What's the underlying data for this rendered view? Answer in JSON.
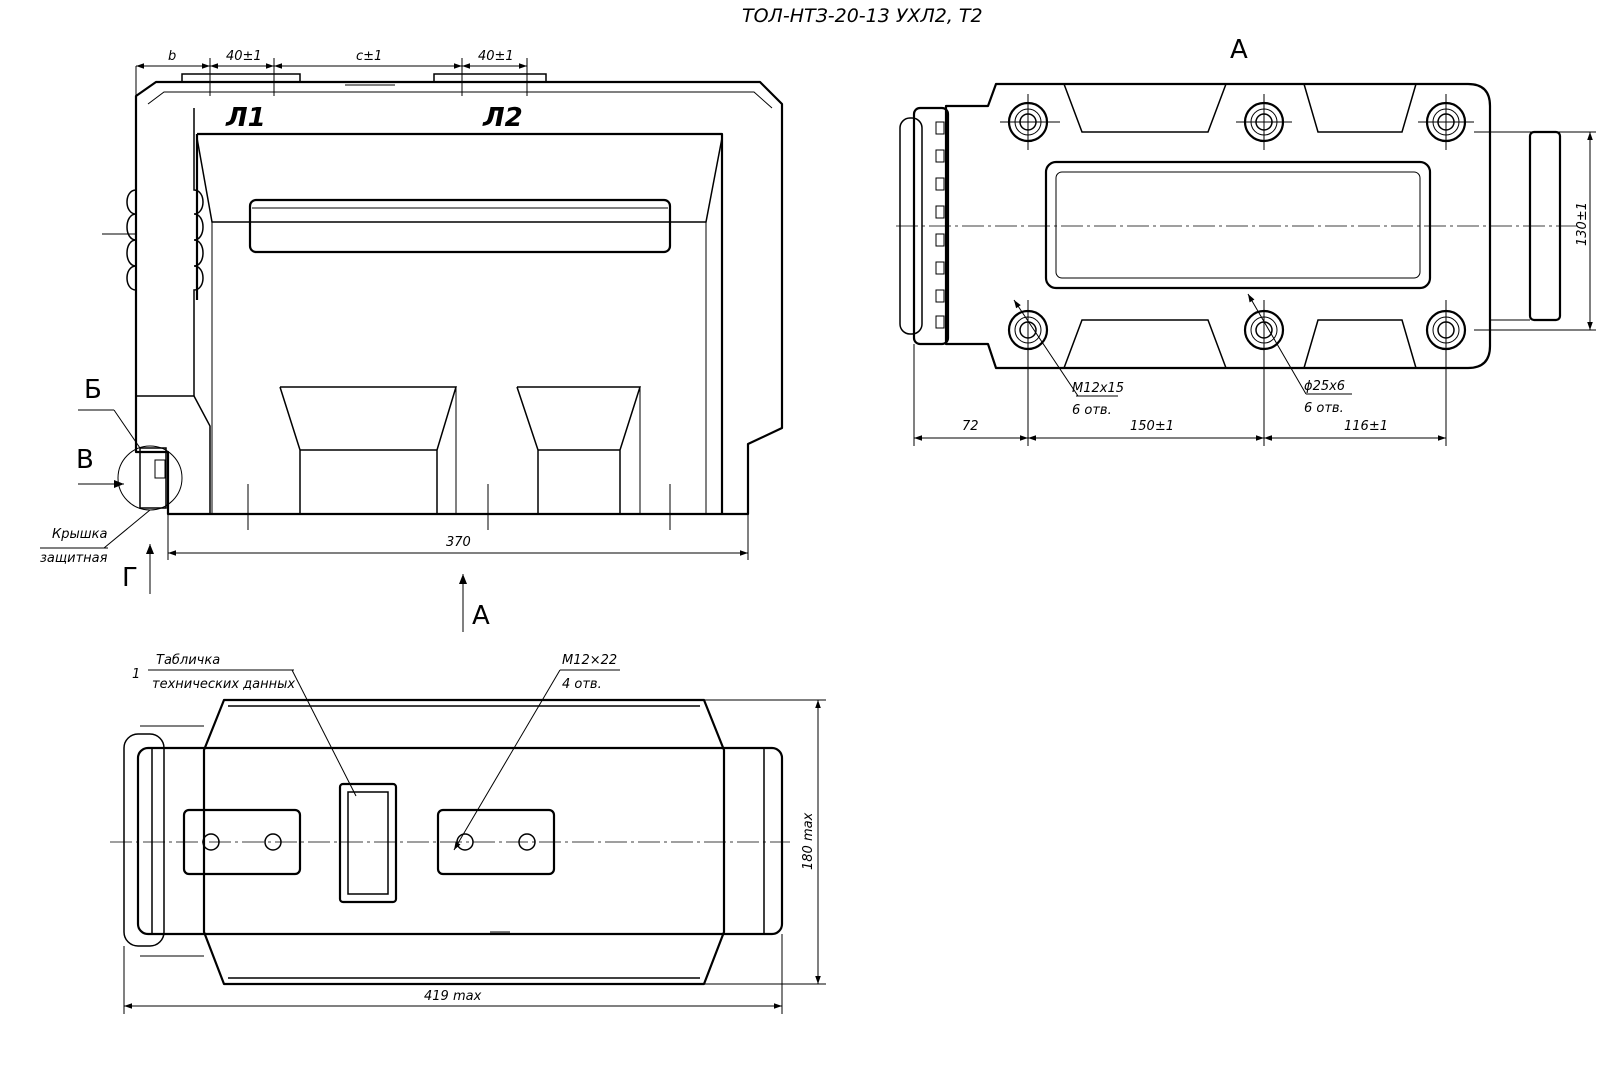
{
  "title": "ТОЛ-НТЗ-20-13 УХЛ2, Т2",
  "views": {
    "front": {
      "terminals": [
        "Л1",
        "Л2"
      ],
      "dims_top": [
        "b",
        "40±1",
        "c±1",
        "40±1"
      ],
      "dim_bottom": "370",
      "view_letters": [
        "Б",
        "В",
        "Г"
      ],
      "arrow_a": "А",
      "callout": [
        "Крышка",
        "защитная"
      ]
    },
    "view_a": {
      "heading": "А",
      "holes_label": [
        "M12x15",
        "6 отв."
      ],
      "bosses_label": [
        "ϕ25x6",
        "6 отв."
      ],
      "dims": [
        "72",
        "150±1",
        "116±1",
        "130±1"
      ]
    },
    "top": {
      "plate_callout": [
        "1",
        "Табличка",
        "технических данных"
      ],
      "thread_label": [
        "M12×22",
        "4 отв."
      ],
      "dim_width": "419 max",
      "dim_height": "180 max"
    }
  }
}
